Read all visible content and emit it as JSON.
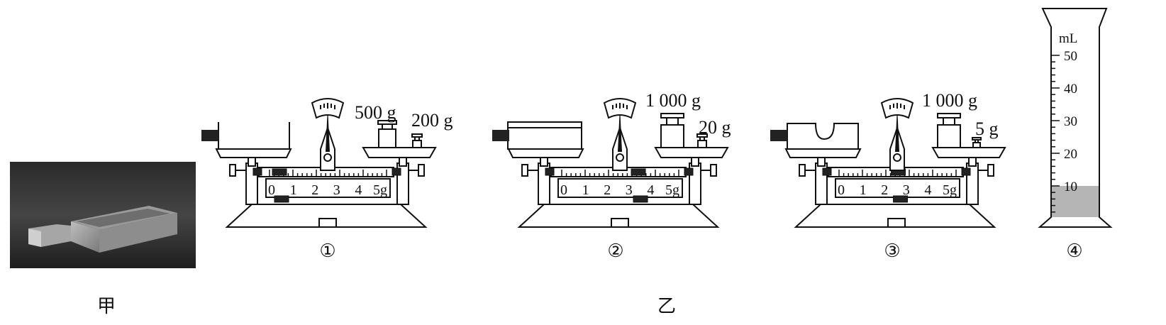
{
  "labels": {
    "photo": "甲",
    "group": "乙",
    "b1": "①",
    "b2": "②",
    "b3": "③",
    "cyl": "④"
  },
  "balances": [
    {
      "big_weight": "500 g",
      "small_weight": "200 g",
      "rider_pos": 0
    },
    {
      "big_weight": "1 000 g",
      "small_weight": "20 g",
      "rider_pos": 3.4
    },
    {
      "big_weight": "1 000 g",
      "small_weight": "5 g",
      "rider_pos": 2.6
    }
  ],
  "scale_ticks": [
    "0",
    "1",
    "2",
    "3",
    "4",
    "5g"
  ],
  "cylinder": {
    "unit": "mL",
    "tick_labels": [
      "10",
      "20",
      "30",
      "40",
      "50"
    ],
    "liquid_level": 10,
    "max": 50
  }
}
